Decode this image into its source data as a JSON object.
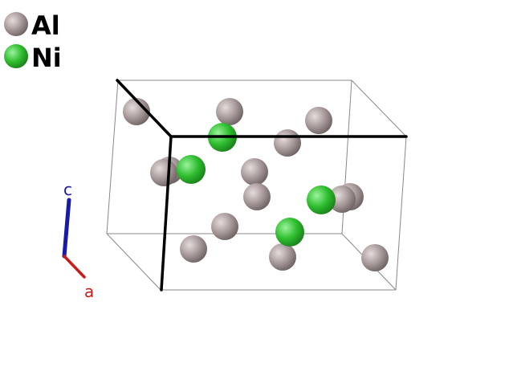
{
  "legend": [
    {
      "element": "Al",
      "color": "#a89a9a"
    },
    {
      "element": "Ni",
      "color": "#2fbf2f"
    }
  ],
  "axes": {
    "c": {
      "label": "c",
      "color": "#1a1aa8"
    },
    "a": {
      "label": "a",
      "color": "#cc1a1a"
    }
  },
  "colors": {
    "cell_edge": "#888888",
    "cell_axis": "#000000"
  }
}
